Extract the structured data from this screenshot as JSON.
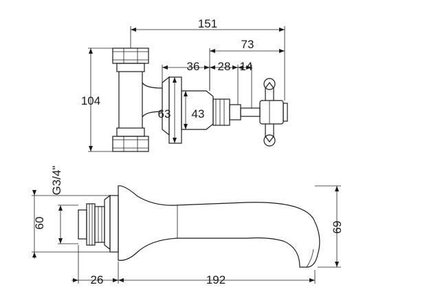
{
  "dimensions": {
    "overall_width": "151",
    "handle_offset": "73",
    "body_depth": "36",
    "spindle": "28",
    "handle_gap": "14",
    "valve_height": "104",
    "flange_dia": "63",
    "escutcheon_dia": "43",
    "thread": "G3/4\"",
    "spout_base_height": "60",
    "spout_height": "69",
    "spout_thread_depth": "26",
    "spout_length": "192"
  }
}
